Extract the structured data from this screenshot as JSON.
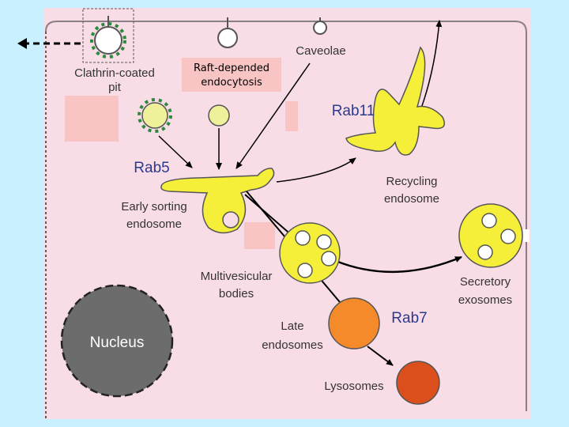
{
  "labels": {
    "clathrin_line1": "Clathrin-coated",
    "clathrin_line2": "pit",
    "raft_line1": "Raft-depended",
    "raft_line2": "endocytosis",
    "caveolae": "Caveolae",
    "rab11": "Rab11",
    "rab5": "Rab5",
    "rab7": "Rab7",
    "recycling_line1": "Recycling",
    "recycling_line2": "endosome",
    "early_line1": "Early sorting",
    "early_line2": "endosome",
    "mvb_line1": "Multivesicular",
    "mvb_line2": "bodies",
    "secretory_line1": "Secretory",
    "secretory_line2": "exosomes",
    "late_line1": "Late",
    "late_line2": "endosomes",
    "lysosomes": "Lysosomes",
    "nucleus": "Nucleus"
  },
  "colors": {
    "page_background": "#c8f0ff",
    "cell_fill": "#f9dde6",
    "cell_stroke": "#8a7f84",
    "vesicle_yellow": "#f5ef3a",
    "pale_yellow": "#eef09a",
    "late_endosome": "#f58a2a",
    "lysosome": "#db4f1c",
    "nucleus": "#6c6c6c",
    "clathrin_green": "#2d8a3c",
    "rab_text": "#2b3a8f",
    "highlight_box": "#f8c4c4"
  }
}
